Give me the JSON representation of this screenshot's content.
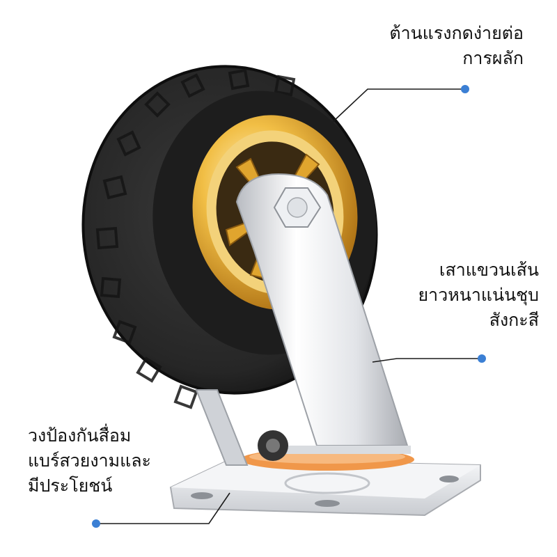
{
  "callouts": {
    "tire": {
      "lines": [
        "ต้านแรงกดง่ายต่อ",
        "การผลัก"
      ]
    },
    "bracket": {
      "lines": [
        "เสาแขวนเส้น",
        "ยาวหนาแน่นชุบ",
        "สังกะสี"
      ]
    },
    "bearing": {
      "lines": [
        "วงป้องกันสื่อม",
        "แบร์สวยงามและ",
        "มีประโยชน์"
      ]
    }
  },
  "colors": {
    "accent_dot": "#3b7fd4",
    "tire": "#2a2a2a",
    "rim": "#e8b23a",
    "bracket": "#e4e6ea",
    "bearing_ring": "#f0974a"
  }
}
